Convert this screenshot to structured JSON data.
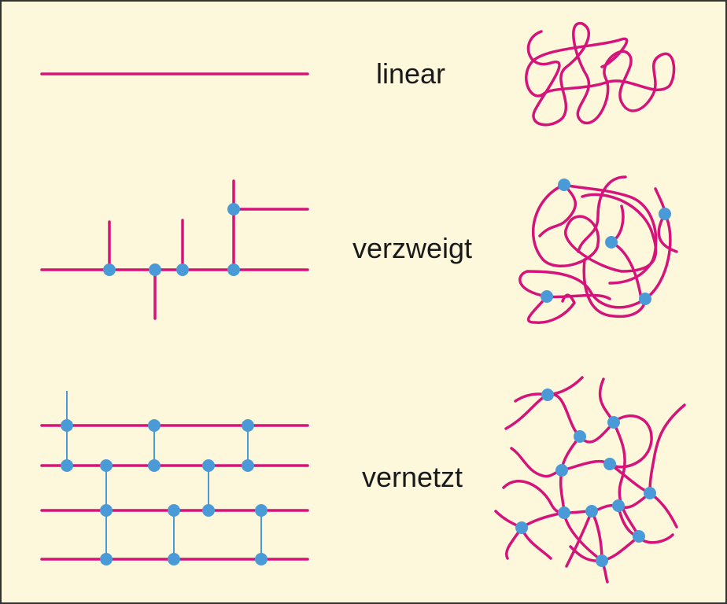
{
  "labels": {
    "linear": "linear",
    "branched": "verzweigt",
    "crosslinked": "vernetzt"
  },
  "colors": {
    "background": "#fdf8dc",
    "chain": "#d4147a",
    "node": "#4b9ad8",
    "border": "#333333"
  }
}
